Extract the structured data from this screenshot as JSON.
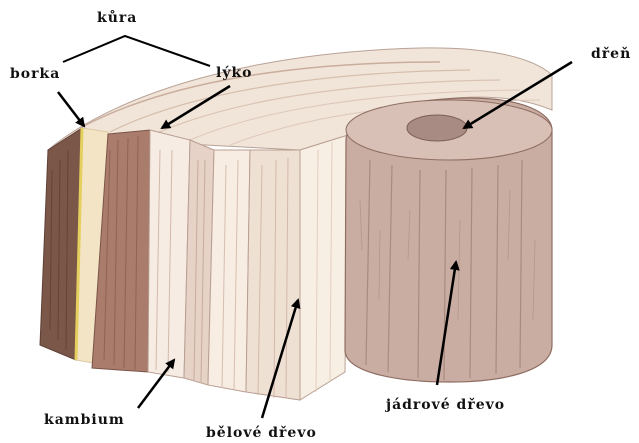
{
  "labels": {
    "kura": "kůra",
    "borka": "borka",
    "lyko": "lýko",
    "dren": "dřeň",
    "kambium": "kambium",
    "belove_drevo": "bělové dřevo",
    "jadrove_drevo": "jádrové dřevo"
  },
  "colors": {
    "bark_outer": "#7a5448",
    "bark_face": "#a77a6a",
    "phloem": "#f2e3c6",
    "cambium_line": "#e7d36a",
    "sapwood": "#f3e7dd",
    "sapwood_light": "#f8efe6",
    "sapwood_shade": "#d9bfb2",
    "heartwood": "#c7aa9f",
    "heartwood_dark": "#9c7b71",
    "pith": "#a38880",
    "arrow": "#000000"
  }
}
